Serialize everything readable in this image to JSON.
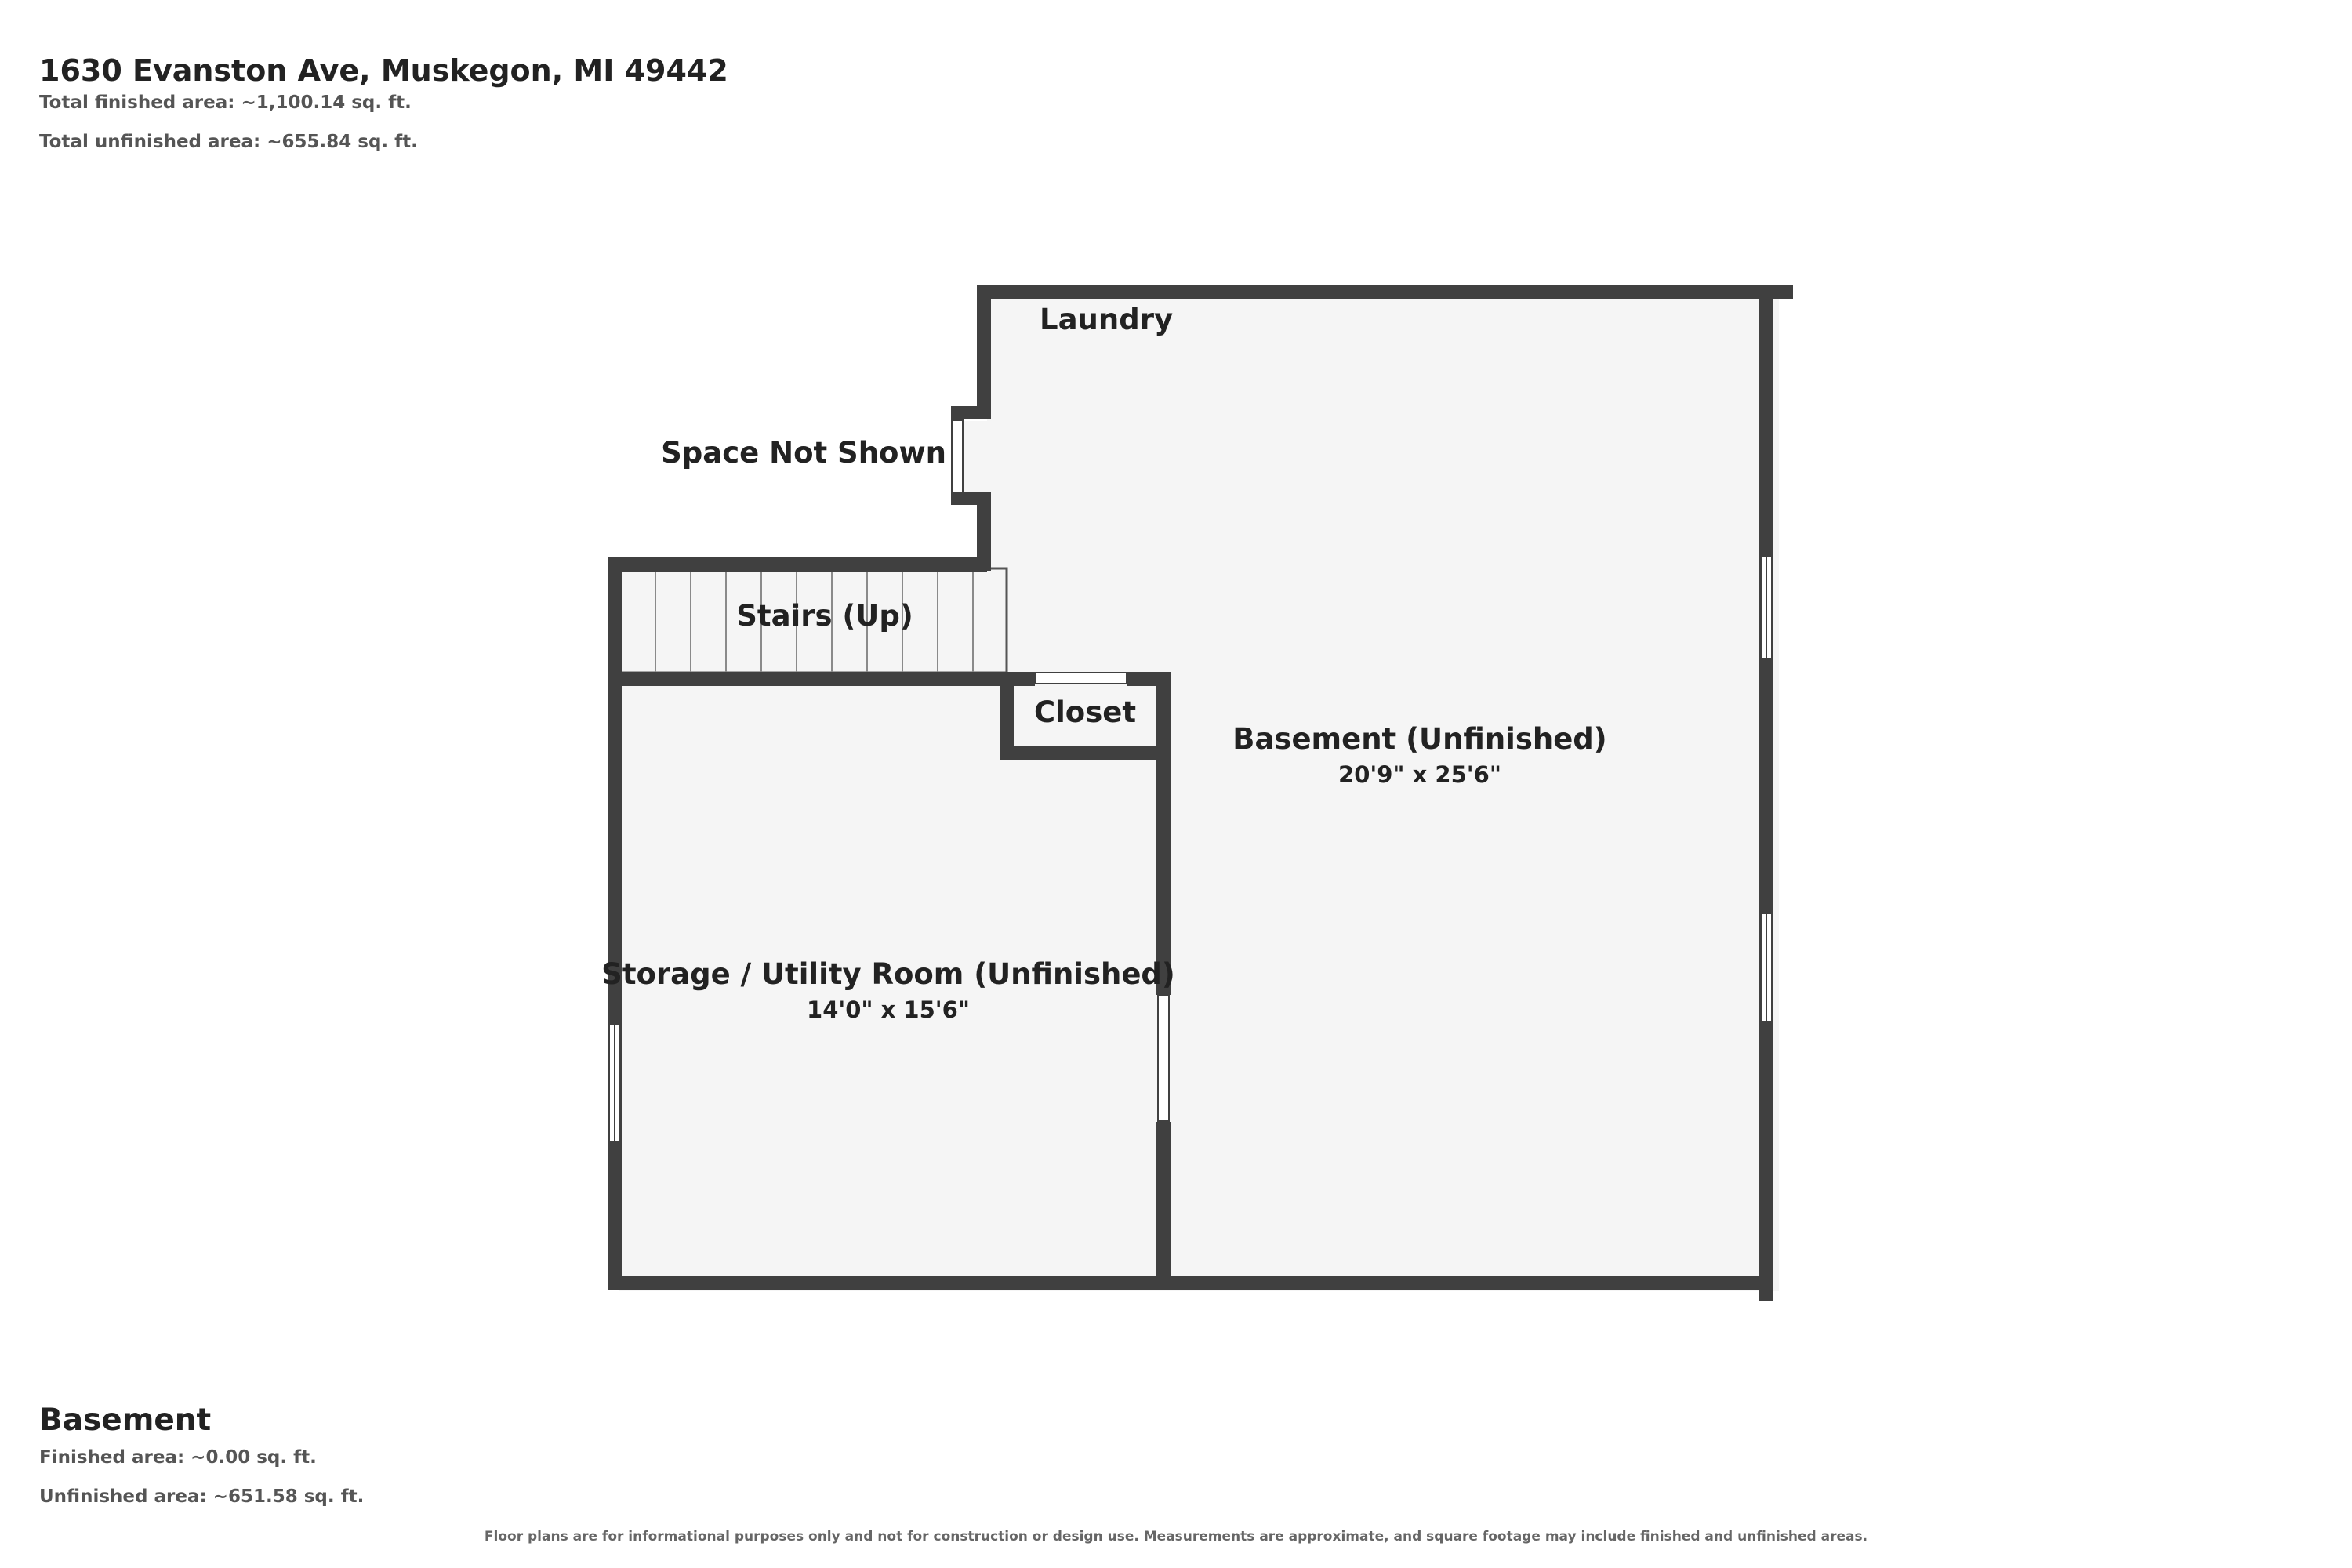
{
  "header": {
    "address": "1630 Evanston Ave, Muskegon, MI 49442",
    "total_finished": "Total finished area: ~1,100.14 sq. ft.",
    "total_unfinished": "Total unfinished area: ~655.84 sq. ft."
  },
  "rooms": {
    "laundry": {
      "label": "Laundry"
    },
    "space_not_shown": {
      "label": "Space Not Shown"
    },
    "stairs": {
      "label": "Stairs (Up)"
    },
    "closet": {
      "label": "Closet"
    },
    "basement": {
      "label": "Basement (Unfinished)",
      "dims": "20'9\" x 25'6\""
    },
    "storage": {
      "label": "Storage / Utility Room (Unfinished)",
      "dims": "14'0\" x 15'6\""
    }
  },
  "floor": {
    "name": "Basement",
    "finished": "Finished area: ~0.00 sq. ft.",
    "unfinished": "Unfinished area: ~651.58 sq. ft."
  },
  "footer": {
    "disclaimer": "Floor plans are for informational purposes only and not for construction or design use. Measurements are approximate, and square footage may include finished and unfinished areas."
  },
  "colors": {
    "wall": "#404040",
    "floor_fill": "#f5f5f5",
    "text": "#222222"
  }
}
